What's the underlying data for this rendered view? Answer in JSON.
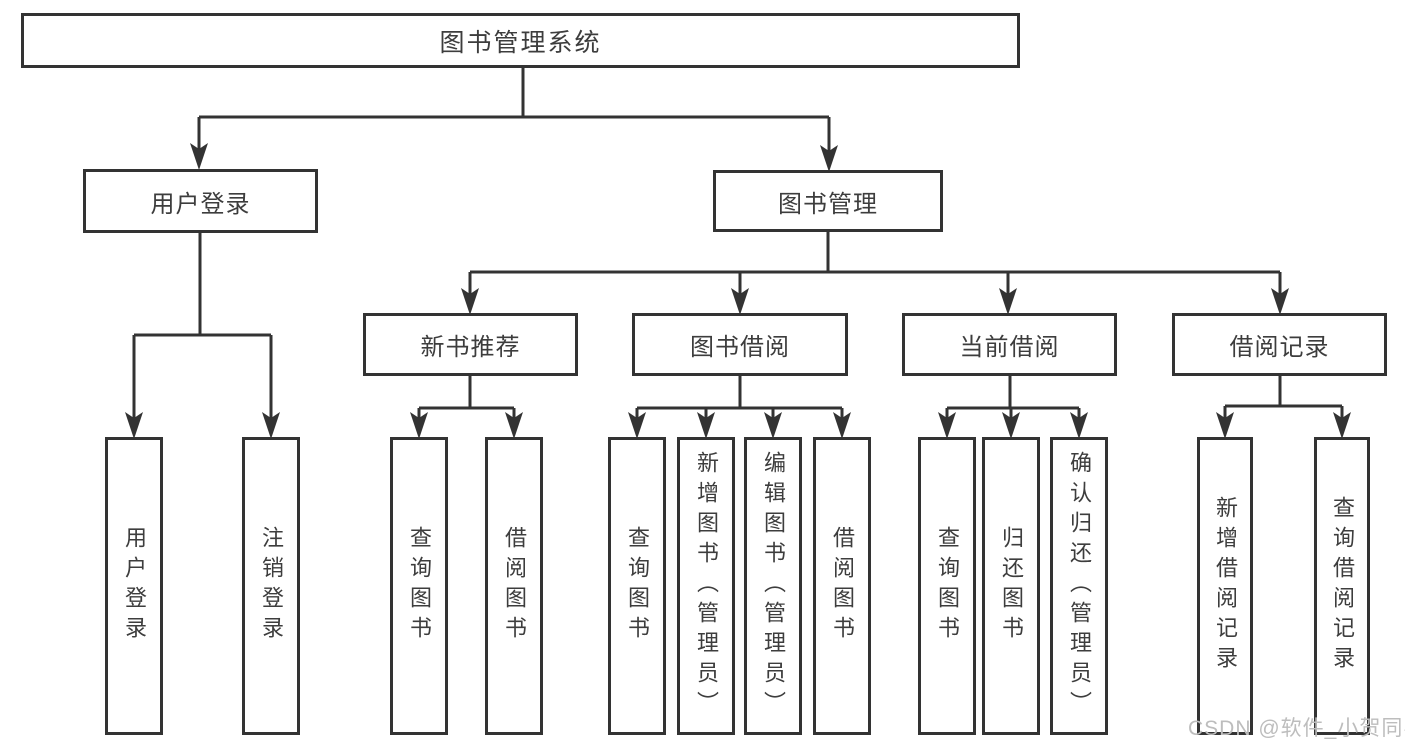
{
  "diagram_title": "图书管理系统",
  "tree": {
    "root": {
      "label": "图书管理系统",
      "children": [
        {
          "label": "用户登录",
          "children": [
            {
              "label": "用户登录"
            },
            {
              "label": "注销登录"
            }
          ]
        },
        {
          "label": "图书管理",
          "children": [
            {
              "label": "新书推荐",
              "children": [
                {
                  "label": "查询图书"
                },
                {
                  "label": "借阅图书"
                }
              ]
            },
            {
              "label": "图书借阅",
              "children": [
                {
                  "label": "查询图书"
                },
                {
                  "label": "新增图书（管理员）"
                },
                {
                  "label": "编辑图书（管理员）"
                },
                {
                  "label": "借阅图书"
                }
              ]
            },
            {
              "label": "当前借阅",
              "children": [
                {
                  "label": "查询图书"
                },
                {
                  "label": "归还图书"
                },
                {
                  "label": "确认归还（管理员）"
                }
              ]
            },
            {
              "label": "借阅记录",
              "children": [
                {
                  "label": "新增借阅记录"
                },
                {
                  "label": "查询借阅记录"
                }
              ]
            }
          ]
        }
      ]
    }
  },
  "watermark": "CSDN @软件_小贺同学",
  "colors": {
    "line": "#333333",
    "text": "#3d3d3d",
    "background": "#ffffff",
    "box_background": "#ffffff",
    "watermark": "#bdbdbd"
  }
}
